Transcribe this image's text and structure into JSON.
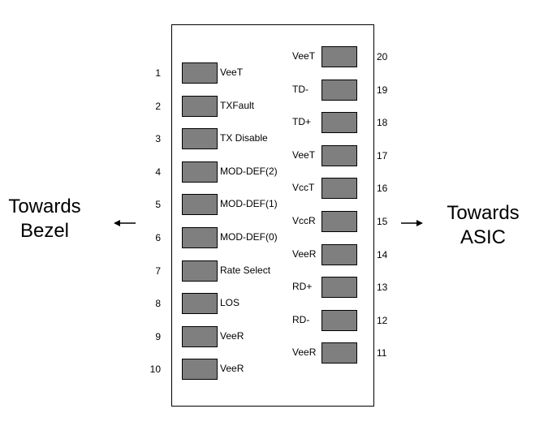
{
  "left_direction": {
    "line1": "Towards",
    "line2": "Bezel"
  },
  "right_direction": {
    "line1": "Towards",
    "line2": "ASIC"
  },
  "left_pins": [
    {
      "number": "1",
      "label": "VeeT"
    },
    {
      "number": "2",
      "label": "TXFault"
    },
    {
      "number": "3",
      "label": "TX Disable"
    },
    {
      "number": "4",
      "label": "MOD-DEF(2)"
    },
    {
      "number": "5",
      "label": "MOD-DEF(1)"
    },
    {
      "number": "6",
      "label": "MOD-DEF(0)"
    },
    {
      "number": "7",
      "label": "Rate Select"
    },
    {
      "number": "8",
      "label": "LOS"
    },
    {
      "number": "9",
      "label": "VeeR"
    },
    {
      "number": "10",
      "label": "VeeR"
    }
  ],
  "right_pins": [
    {
      "number": "20",
      "label": "VeeT"
    },
    {
      "number": "19",
      "label": "TD-"
    },
    {
      "number": "18",
      "label": "TD+"
    },
    {
      "number": "17",
      "label": "VeeT"
    },
    {
      "number": "16",
      "label": "VccT"
    },
    {
      "number": "15",
      "label": "VccR"
    },
    {
      "number": "14",
      "label": "VeeR"
    },
    {
      "number": "13",
      "label": "RD+"
    },
    {
      "number": "12",
      "label": "RD-"
    },
    {
      "number": "11",
      "label": "VeeR"
    }
  ],
  "colors": {
    "pad_fill": "#7f7f7f",
    "outline": "#000000",
    "background": "#ffffff"
  }
}
